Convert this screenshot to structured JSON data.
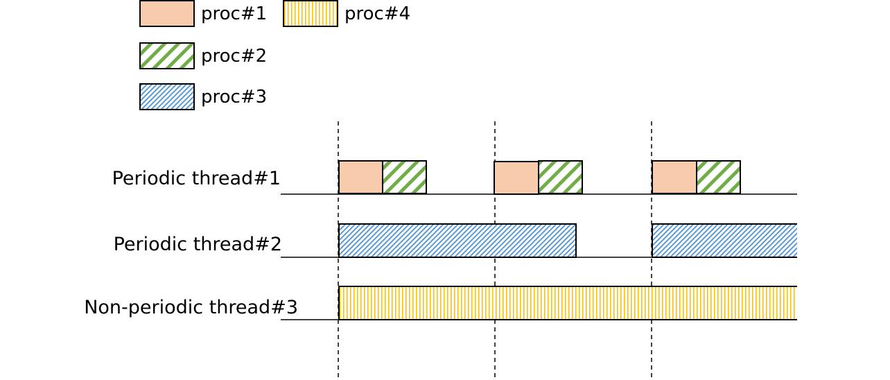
{
  "legend": [
    {
      "id": "proc1",
      "label": "proc#1",
      "pattern": "solid",
      "fill": "#f8cbad"
    },
    {
      "id": "proc2",
      "label": "proc#2",
      "pattern": "wide-diagonal",
      "fill": "#70ad47"
    },
    {
      "id": "proc3",
      "label": "proc#3",
      "pattern": "fine-diagonal",
      "fill": "#5b9bd5"
    },
    {
      "id": "proc4",
      "label": "proc#4",
      "pattern": "vertical-lines",
      "fill": "#ffc000"
    }
  ],
  "rows": [
    {
      "label": "Periodic thread#1"
    },
    {
      "label": "Periodic thread#2"
    },
    {
      "label": "Non-periodic thread#3"
    }
  ]
}
